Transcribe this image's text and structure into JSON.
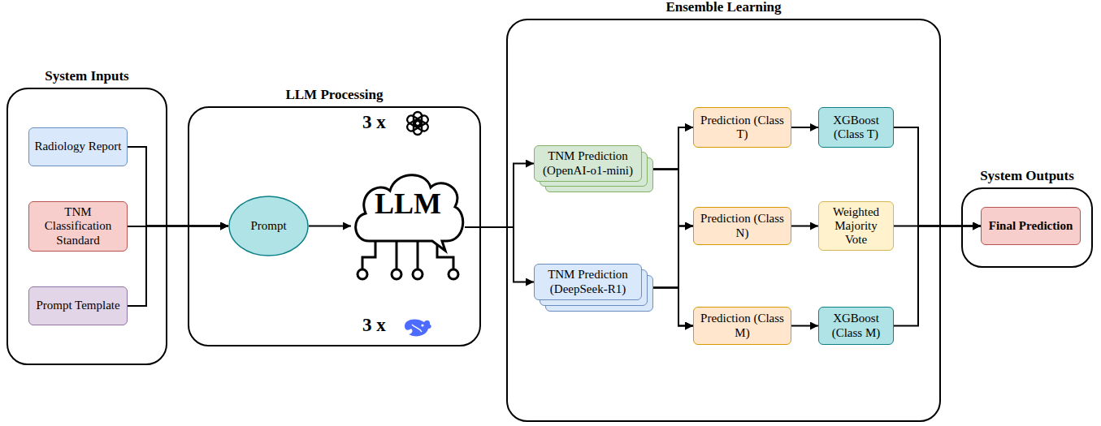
{
  "diagram": {
    "nodes": [
      {
        "text": [
          "System Inputs"
        ]
      },
      {
        "text": [
          "Radiology Report"
        ],
        "in": 0
      },
      {
        "text": [
          "TNM Classification Standard"
        ],
        "in": 0
      },
      {
        "text": [
          "Prompt Template"
        ],
        "in": 0
      },
      {
        "text": [
          "LLM Processing"
        ]
      },
      {
        "text": [
          "Prompt"
        ],
        "in": 4
      },
      {
        "text": [
          "LLM"
        ],
        "in": 4
      },
      {
        "text": [
          "Ensemble Learning"
        ]
      },
      {
        "text": [
          "TNM Prediction (OpenAI-o1-mini)"
        ],
        "in": 7
      },
      {
        "text": [
          "TNM Prediction (DeepSeek-R1)"
        ],
        "in": 7
      },
      {
        "text": [
          "Prediction (Class T)"
        ],
        "in": 7
      },
      {
        "text": [
          "XGBoost (Class T)"
        ],
        "in": 7
      },
      {
        "text": [
          "Prediction (Class N)"
        ],
        "in": 7
      },
      {
        "text": [
          "Weighted Majority Vote"
        ],
        "in": 7
      },
      {
        "text": [
          "Prediction (Class M)"
        ],
        "in": 7
      },
      {
        "text": [
          "XGBoost (Class M)"
        ],
        "in": 7
      },
      {
        "text": [
          "System Outputs"
        ]
      },
      {
        "text": [
          "Final Prediction"
        ],
        "in": 16
      }
    ],
    "edges": [
      {
        "from": 1,
        "to": 5,
        "arrow": "to"
      },
      {
        "from": 2,
        "to": 5,
        "arrow": "to"
      },
      {
        "from": 3,
        "to": 5,
        "arrow": "to"
      },
      {
        "from": 5,
        "to": 6,
        "arrow": "to"
      },
      {
        "from": 6,
        "to": 8,
        "arrow": "to"
      },
      {
        "from": 6,
        "to": 9,
        "arrow": "to"
      },
      {
        "from": 8,
        "to": 10,
        "arrow": "to"
      },
      {
        "from": 8,
        "to": 12,
        "arrow": "to"
      },
      {
        "from": 8,
        "to": 14,
        "arrow": "to"
      },
      {
        "from": 9,
        "to": 10,
        "arrow": "to"
      },
      {
        "from": 9,
        "to": 12,
        "arrow": "to"
      },
      {
        "from": 9,
        "to": 14,
        "arrow": "to"
      },
      {
        "from": 10,
        "to": 11,
        "arrow": "to"
      },
      {
        "from": 12,
        "to": 13,
        "arrow": "to"
      },
      {
        "from": 14,
        "to": 15,
        "arrow": "to"
      },
      {
        "from": 11,
        "to": 17,
        "arrow": "to"
      },
      {
        "from": 13,
        "to": 17,
        "arrow": "to"
      },
      {
        "from": 15,
        "to": 17,
        "arrow": "to"
      }
    ],
    "labels": [
      "3 x",
      "3 x"
    ]
  }
}
